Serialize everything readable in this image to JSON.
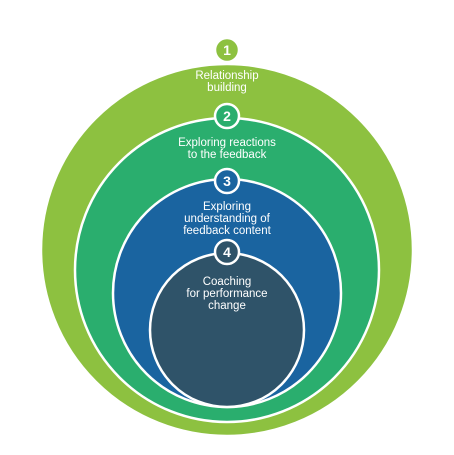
{
  "stages": [
    {
      "number": "1",
      "lines": [
        "Relationship",
        "building"
      ],
      "color": "#8dc140"
    },
    {
      "number": "2",
      "lines": [
        "Exploring reactions",
        "to the feedback"
      ],
      "color": "#2aae6e"
    },
    {
      "number": "3",
      "lines": [
        "Exploring",
        "understanding of",
        "feedback content"
      ],
      "color": "#1a64a0"
    },
    {
      "number": "4",
      "lines": [
        "Coaching",
        "for performance",
        "change"
      ],
      "color": "#2f5369"
    }
  ]
}
